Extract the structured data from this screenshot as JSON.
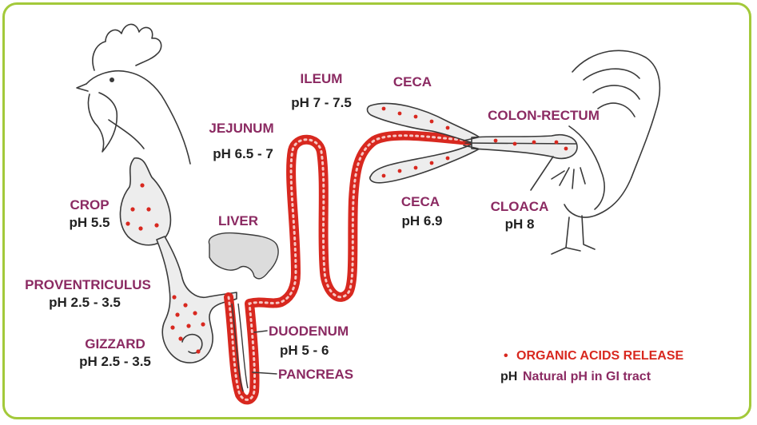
{
  "labels": {
    "crop": {
      "name": "CROP",
      "ph": "pH 5.5"
    },
    "proventriculus": {
      "name": "PROVENTRICULUS",
      "ph": "pH 2.5 - 3.5"
    },
    "gizzard": {
      "name": "GIZZARD",
      "ph": "pH 2.5 - 3.5"
    },
    "liver": {
      "name": "LIVER"
    },
    "jejunum": {
      "name": "JEJUNUM",
      "ph": "pH 6.5 - 7"
    },
    "ileum": {
      "name": "ILEUM",
      "ph": "pH 7 - 7.5"
    },
    "ceca_top": {
      "name": "CECA"
    },
    "ceca_bottom": {
      "name": "CECA",
      "ph": "pH 6.9"
    },
    "colon_rectum": {
      "name": "COLON-RECTUM"
    },
    "cloaca": {
      "name": "CLOACA",
      "ph": "pH 8"
    },
    "duodenum": {
      "name": "DUODENUM",
      "ph": "pH 5 - 6"
    },
    "pancreas": {
      "name": "PANCREAS"
    }
  },
  "legend": {
    "dot_symbol": "•",
    "dot_label": "ORGANIC ACIDS RELEASE",
    "ph_symbol": "pH",
    "ph_label": "Natural pH in GI tract"
  },
  "colors": {
    "frame": "#a3c93a",
    "organ_label": "#8b2a62",
    "ph_label": "#222222",
    "acid_red": "#d8281f"
  }
}
